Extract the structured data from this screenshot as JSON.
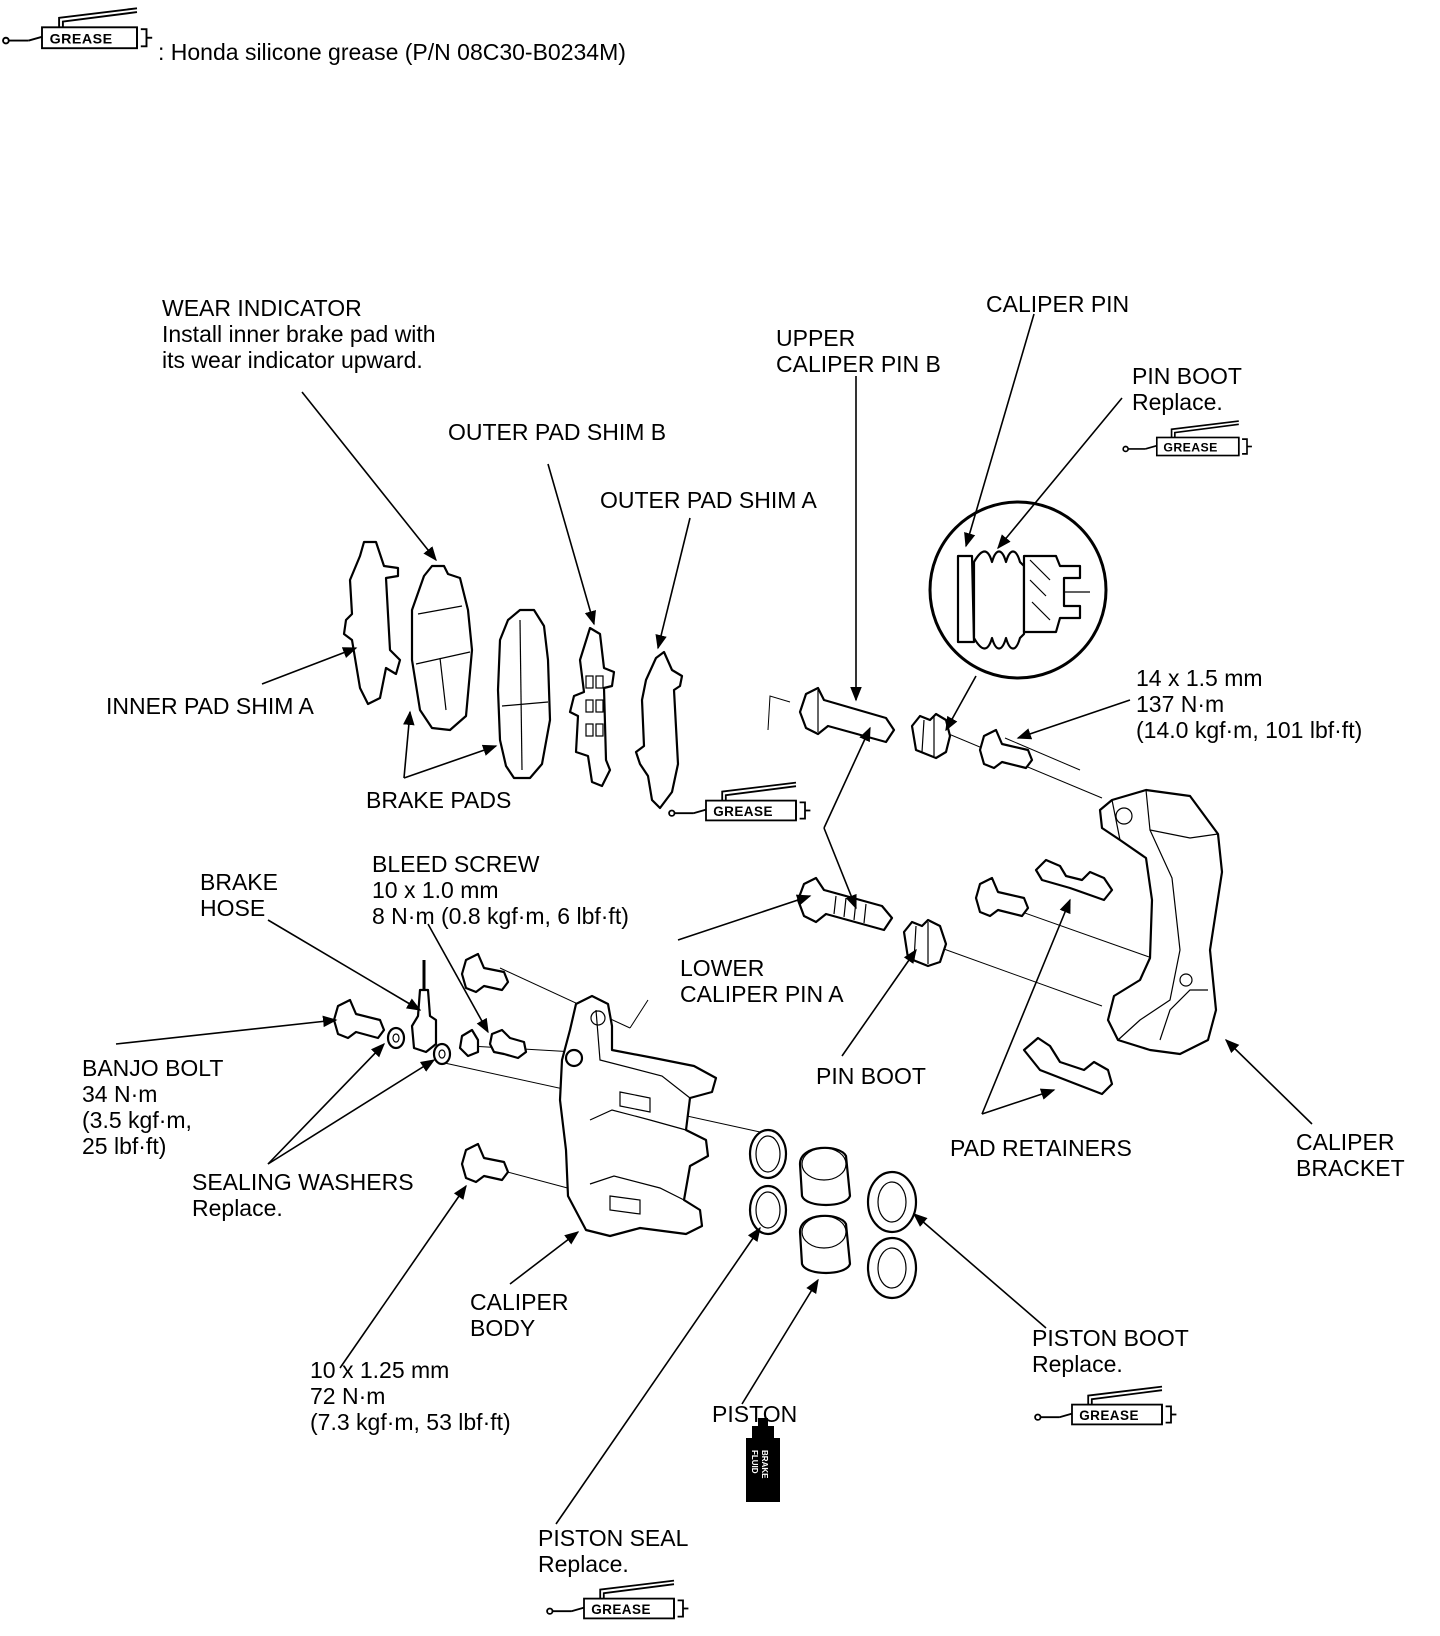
{
  "legend": {
    "grease_icon_text": "GREASE",
    "text": ": Honda silicone grease (P/N 08C30-B0234M)"
  },
  "callouts": {
    "wear_indicator": [
      "WEAR INDICATOR",
      "Install inner brake pad with",
      "its wear indicator upward."
    ],
    "outer_pad_shim_b": [
      "OUTER PAD SHIM B"
    ],
    "outer_pad_shim_a": [
      "OUTER PAD SHIM A"
    ],
    "upper_caliper_pin_b": [
      "UPPER",
      "CALIPER PIN B"
    ],
    "caliper_pin": [
      "CALIPER PIN"
    ],
    "pin_boot_top": [
      "PIN BOOT",
      "Replace."
    ],
    "mount_bolt_top": [
      "14 x 1.5 mm",
      "137 N·m",
      "(14.0 kgf·m, 101 lbf·ft)"
    ],
    "inner_pad_shim_a": [
      "INNER PAD SHIM A"
    ],
    "brake_pads": [
      "BRAKE PADS"
    ],
    "brake_hose": [
      "BRAKE",
      "HOSE"
    ],
    "bleed_screw": [
      "BLEED SCREW",
      "10 x 1.0 mm",
      "8 N·m (0.8 kgf·m, 6 lbf·ft)"
    ],
    "lower_caliper_pin_a": [
      "LOWER",
      "CALIPER PIN A"
    ],
    "pin_boot_bottom": [
      "PIN BOOT"
    ],
    "banjo_bolt": [
      "BANJO BOLT",
      "34 N·m",
      "(3.5 kgf·m,",
      "25 lbf·ft)"
    ],
    "sealing_washers": [
      "SEALING WASHERS",
      "Replace."
    ],
    "pad_retainers": [
      "PAD RETAINERS"
    ],
    "caliper_bracket": [
      "CALIPER",
      "BRACKET"
    ],
    "caliper_body": [
      "CALIPER",
      "BODY"
    ],
    "caliper_bolt": [
      "10 x 1.25 mm",
      "72 N·m",
      "(7.3 kgf·m, 53 lbf·ft)"
    ],
    "piston": [
      "PISTON"
    ],
    "piston_boot": [
      "PISTON BOOT",
      "Replace."
    ],
    "piston_seal": [
      "PISTON SEAL",
      "Replace."
    ]
  },
  "brake_fluid_icon": [
    "BRAKE",
    "FLUID"
  ]
}
